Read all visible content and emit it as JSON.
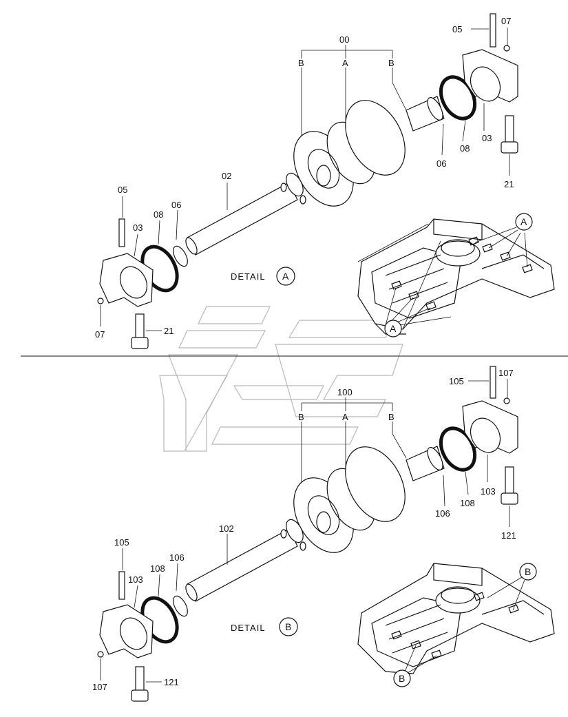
{
  "top": {
    "assembly": "00",
    "letter_a": "A",
    "letter_b": "B",
    "parts": {
      "p05_right": "05",
      "p07_right": "07",
      "p08_right": "08",
      "p03_right": "03",
      "p06_right": "06",
      "p21_right": "21",
      "p02": "02",
      "p05_left": "05",
      "p03_left": "03",
      "p08_left": "08",
      "p06_left": "06",
      "p07_left": "07",
      "p21_left": "21"
    },
    "detail_label": "DETAIL",
    "detail_letter": "A",
    "callout_upper": "A",
    "callout_lower": "A"
  },
  "bottom": {
    "assembly": "100",
    "letter_a": "A",
    "letter_b": "B",
    "parts": {
      "p105_right": "105",
      "p107_right": "107",
      "p108_right": "108",
      "p103_right": "103",
      "p106_right": "106",
      "p121_right": "121",
      "p102": "102",
      "p105_left": "105",
      "p103_left": "103",
      "p108_left": "108",
      "p106_left": "106",
      "p107_left": "107",
      "p121_left": "121"
    },
    "detail_label": "DETAIL",
    "detail_letter": "B",
    "callout_upper": "B",
    "callout_lower": "B"
  }
}
